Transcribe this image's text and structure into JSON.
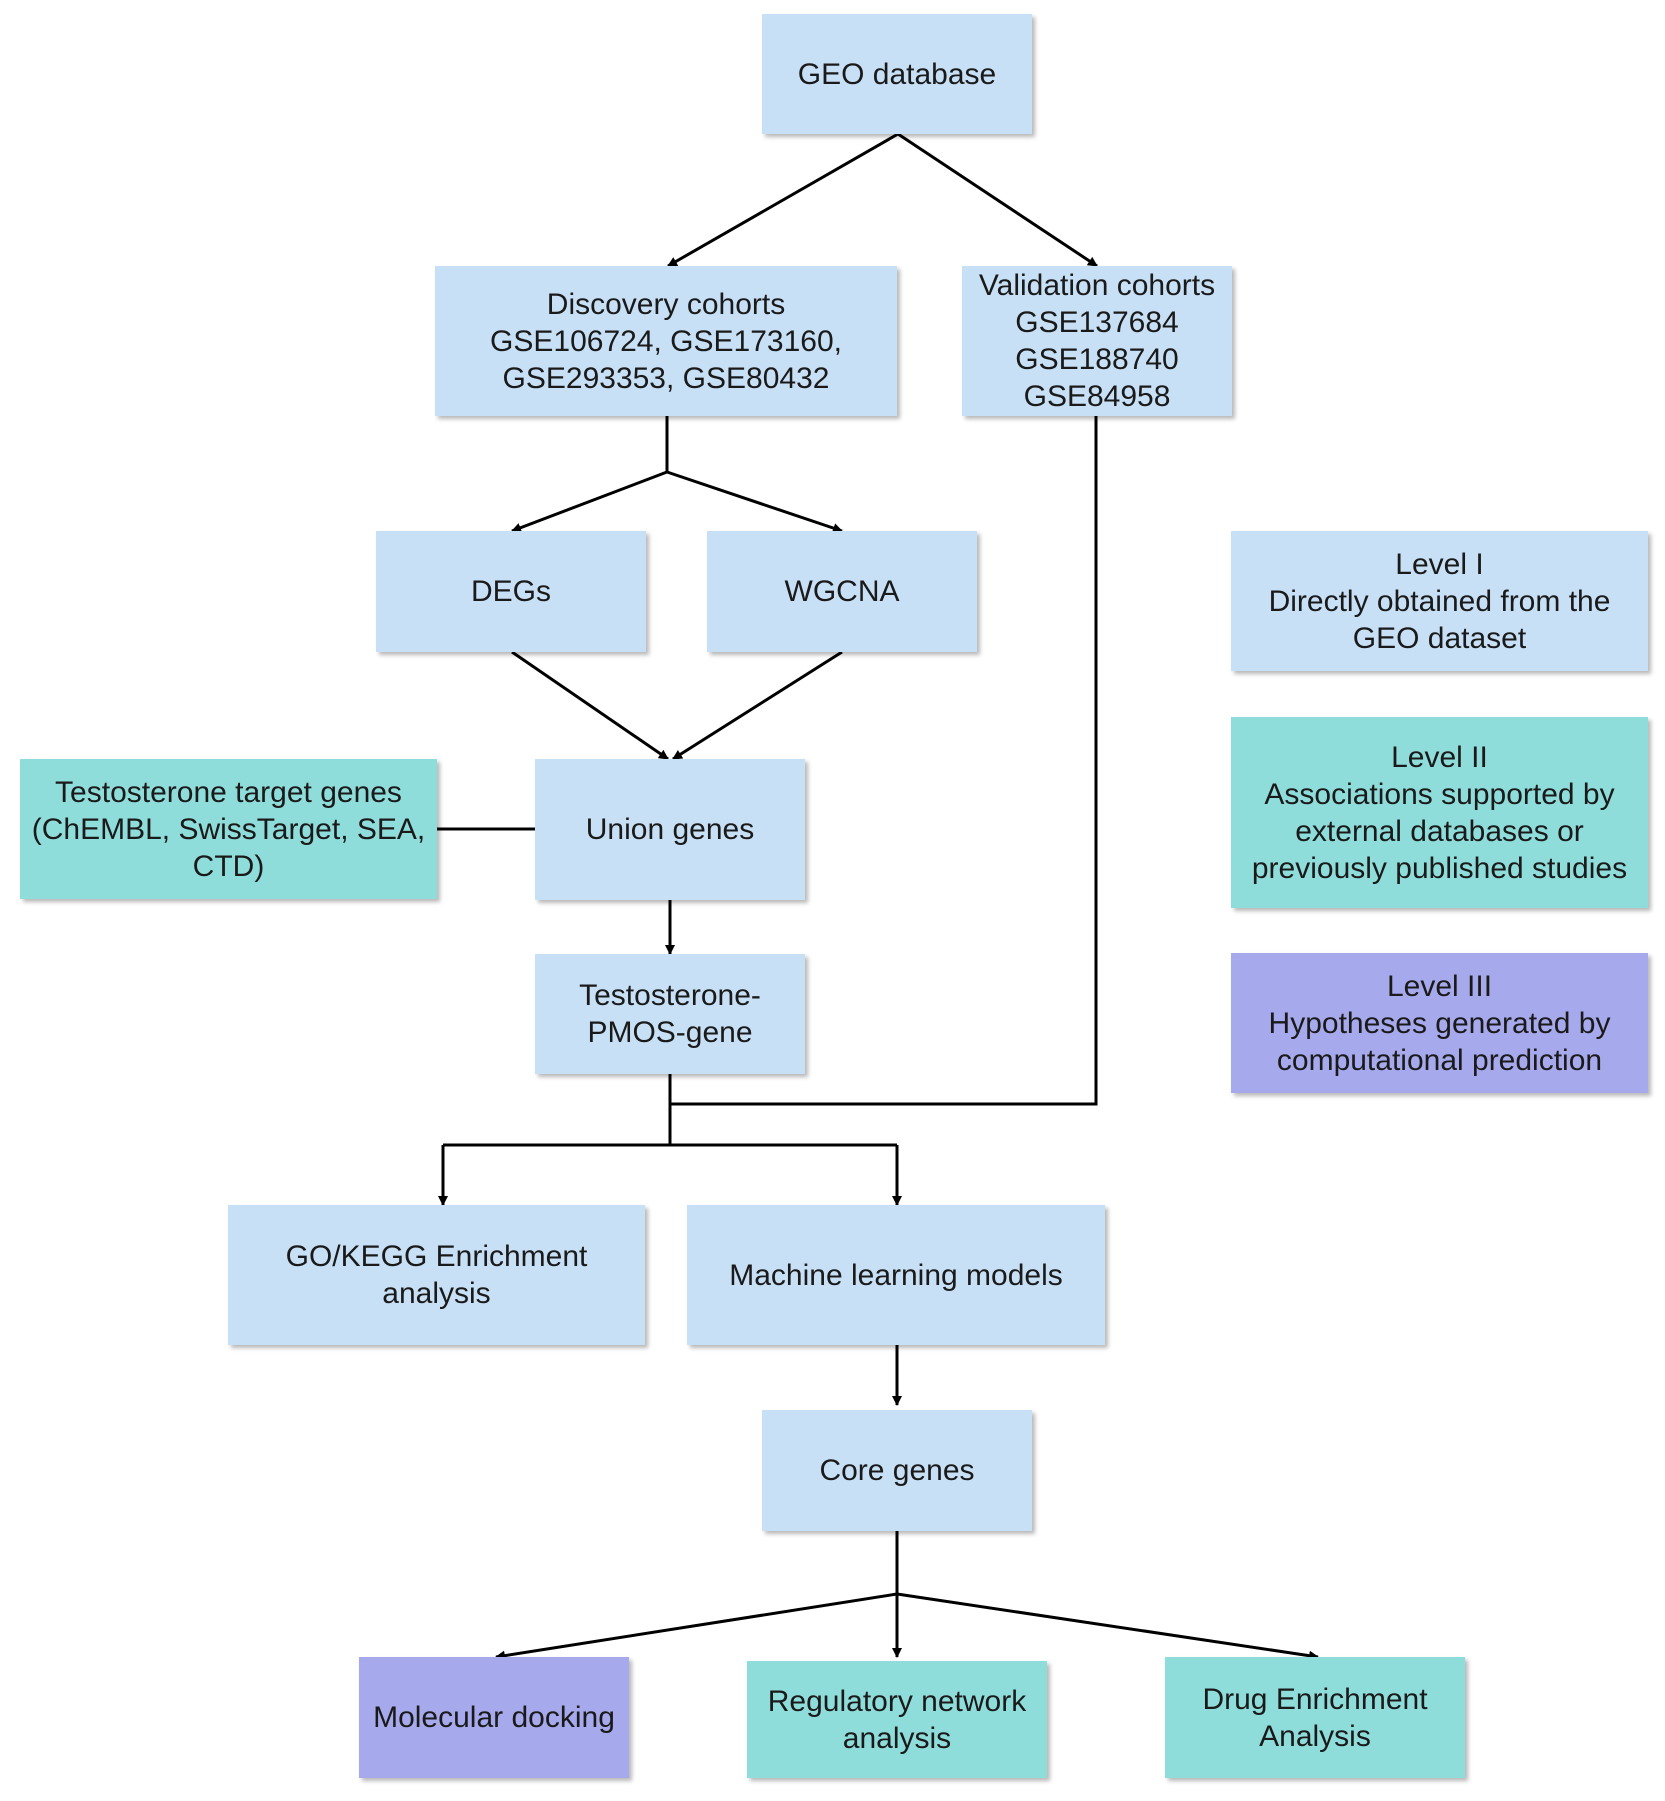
{
  "colors": {
    "level_1": "#c8e0f6",
    "level_2": "#8fdddb",
    "level_3": "#a6a9ec",
    "line": "#000000"
  },
  "nodes": {
    "geo": {
      "lines": [
        "GEO database"
      ],
      "level": 1
    },
    "discovery": {
      "lines": [
        "Discovery cohorts",
        "GSE106724, GSE173160,",
        "GSE293353, GSE80432"
      ],
      "level": 1
    },
    "validation": {
      "lines": [
        "Validation cohorts",
        "GSE137684",
        "GSE188740",
        "GSE84958"
      ],
      "level": 1
    },
    "degs": {
      "lines": [
        "DEGs"
      ],
      "level": 1
    },
    "wgcna": {
      "lines": [
        "WGCNA"
      ],
      "level": 1
    },
    "testo_targets": {
      "lines": [
        "Testosterone target genes",
        "(ChEMBL, SwissTarget, SEA,",
        "CTD)"
      ],
      "level": 2
    },
    "union": {
      "lines": [
        "Union genes"
      ],
      "level": 1
    },
    "pmos": {
      "lines": [
        "Testosterone-",
        "PMOS-gene"
      ],
      "level": 1
    },
    "gokegg": {
      "lines": [
        "GO/KEGG Enrichment",
        "analysis"
      ],
      "level": 1
    },
    "ml": {
      "lines": [
        "Machine learning models"
      ],
      "level": 1
    },
    "core": {
      "lines": [
        "Core genes"
      ],
      "level": 1
    },
    "docking": {
      "lines": [
        "Molecular docking"
      ],
      "level": 3
    },
    "regnet": {
      "lines": [
        "Regulatory network",
        "analysis"
      ],
      "level": 2
    },
    "drug": {
      "lines": [
        "Drug Enrichment",
        "Analysis"
      ],
      "level": 2
    }
  },
  "legend": {
    "level1": {
      "lines": [
        "Level I",
        "Directly obtained from the",
        "GEO dataset"
      ],
      "level": 1
    },
    "level2": {
      "lines": [
        "Level II",
        "Associations supported by",
        "external databases or",
        "previously published studies"
      ],
      "level": 2
    },
    "level3": {
      "lines": [
        "Level III",
        "Hypotheses generated by",
        "computational prediction"
      ],
      "level": 3
    }
  }
}
